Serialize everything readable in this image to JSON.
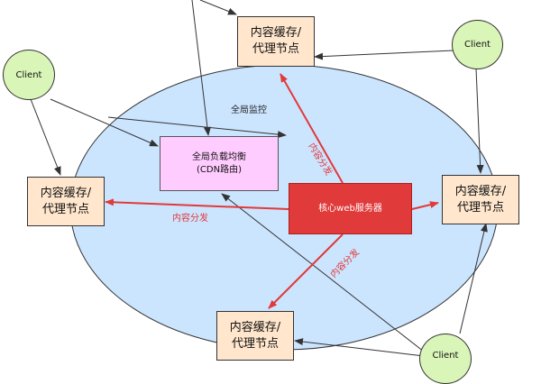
{
  "cache_nodes": {
    "top": [
      "内容缓存/",
      "代理节点"
    ],
    "left": [
      "内容缓存/",
      "代理节点"
    ],
    "right": [
      "内容缓存/",
      "代理节点"
    ],
    "bottom": [
      "内容缓存/",
      "代理节点"
    ]
  },
  "clients": {
    "top_left": "Client",
    "top_right": "Client",
    "bottom_right": "Client"
  },
  "gslb": [
    "全局负载均衡",
    "(CDN路由)"
  ],
  "core_server": "核心web服务器",
  "labels": {
    "global_monitor": "全局监控",
    "dist_left": "内容分发",
    "dist_up": "内容分发",
    "dist_down": "内容分发"
  },
  "colors": {
    "background_ellipse": "#cce5ff",
    "cache_node": "#ffe6cc",
    "client": "#d9f5b8",
    "gslb": "#ffccff",
    "core_server": "#e03a3a",
    "distribution_arrow": "#e03a3a"
  }
}
